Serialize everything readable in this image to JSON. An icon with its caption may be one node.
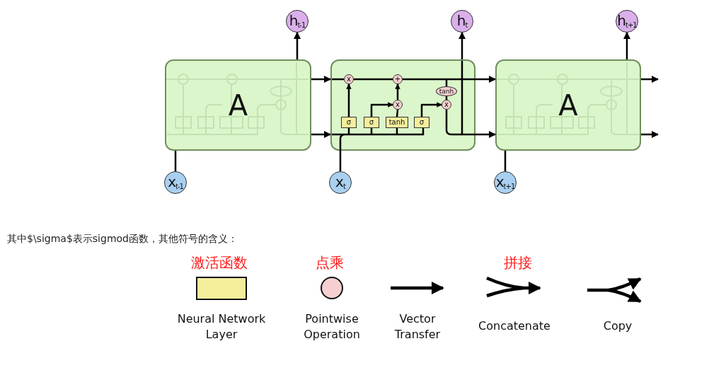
{
  "diagram": {
    "nodes": [
      {
        "text": [
          "A"
        ]
      },
      {
        "text": [],
        "shape": "box"
      },
      {
        "text": [
          "A"
        ]
      },
      {
        "text": [
          "h$_{t-1}$"
        ]
      },
      {
        "text": [
          "h$_{t}$"
        ]
      },
      {
        "text": [
          "h$_{t+1}$"
        ]
      },
      {
        "text": [
          "x$_{t-1}$"
        ]
      },
      {
        "text": [
          "x$_{t}$"
        ]
      },
      {
        "text": [
          "x$_{t+1}$"
        ]
      },
      {
        "text": [
          "x"
        ],
        "in": 1
      },
      {
        "text": [
          "+"
        ],
        "in": 1
      },
      {
        "text": [
          "x"
        ],
        "in": 1
      },
      {
        "text": [
          "tanh"
        ],
        "in": 1
      },
      {
        "text": [
          "x"
        ],
        "in": 1
      },
      {
        "text": [
          "σ"
        ],
        "in": 1
      },
      {
        "text": [
          "σ"
        ],
        "in": 1
      },
      {
        "text": [
          "tanh"
        ],
        "in": 1
      },
      {
        "text": [
          "σ"
        ],
        "in": 1
      }
    ],
    "edges": [
      {
        "from": 0,
        "to": 1,
        "arrow": "to"
      },
      {
        "from": 0,
        "to": 1,
        "arrow": "to"
      },
      {
        "from": 1,
        "to": 2,
        "arrow": "to"
      },
      {
        "from": 1,
        "to": 2,
        "arrow": "to"
      },
      {
        "from": 2,
        "to": null,
        "arrow": "to"
      },
      {
        "from": 2,
        "to": null,
        "arrow": "to"
      },
      {
        "from": 0,
        "to": 3,
        "arrow": "to"
      },
      {
        "from": 1,
        "to": 4,
        "arrow": "to"
      },
      {
        "from": 2,
        "to": 5,
        "arrow": "to"
      },
      {
        "from": 6,
        "to": 0,
        "arrow": "none"
      },
      {
        "from": 7,
        "to": 1,
        "arrow": "none"
      },
      {
        "from": 8,
        "to": 2,
        "arrow": "none"
      },
      {
        "from": 14,
        "to": 9,
        "arrow": "to"
      },
      {
        "from": 15,
        "to": 11,
        "arrow": "to"
      },
      {
        "from": 16,
        "to": 11,
        "arrow": "none"
      },
      {
        "from": 11,
        "to": 10,
        "arrow": "to"
      },
      {
        "from": 9,
        "to": 10,
        "arrow": "none"
      },
      {
        "from": 17,
        "to": 13,
        "arrow": "to"
      },
      {
        "from": 12,
        "to": 13,
        "arrow": "none"
      },
      {
        "from": 10,
        "to": 12,
        "arrow": "none"
      }
    ],
    "labels": [
      "其中$\\sigma$表示sigmod函数，其他符号的含义：",
      "激活函数",
      "点乘",
      "拼接"
    ],
    "legend": [
      {
        "text": "Neural Network Layer",
        "color": "#f4ee9c"
      },
      {
        "text": "Pointwise Operation",
        "color": "#f6d0d0"
      },
      {
        "text": "Vector Transfer"
      },
      {
        "text": "Concatenate"
      },
      {
        "text": "Copy"
      }
    ]
  }
}
